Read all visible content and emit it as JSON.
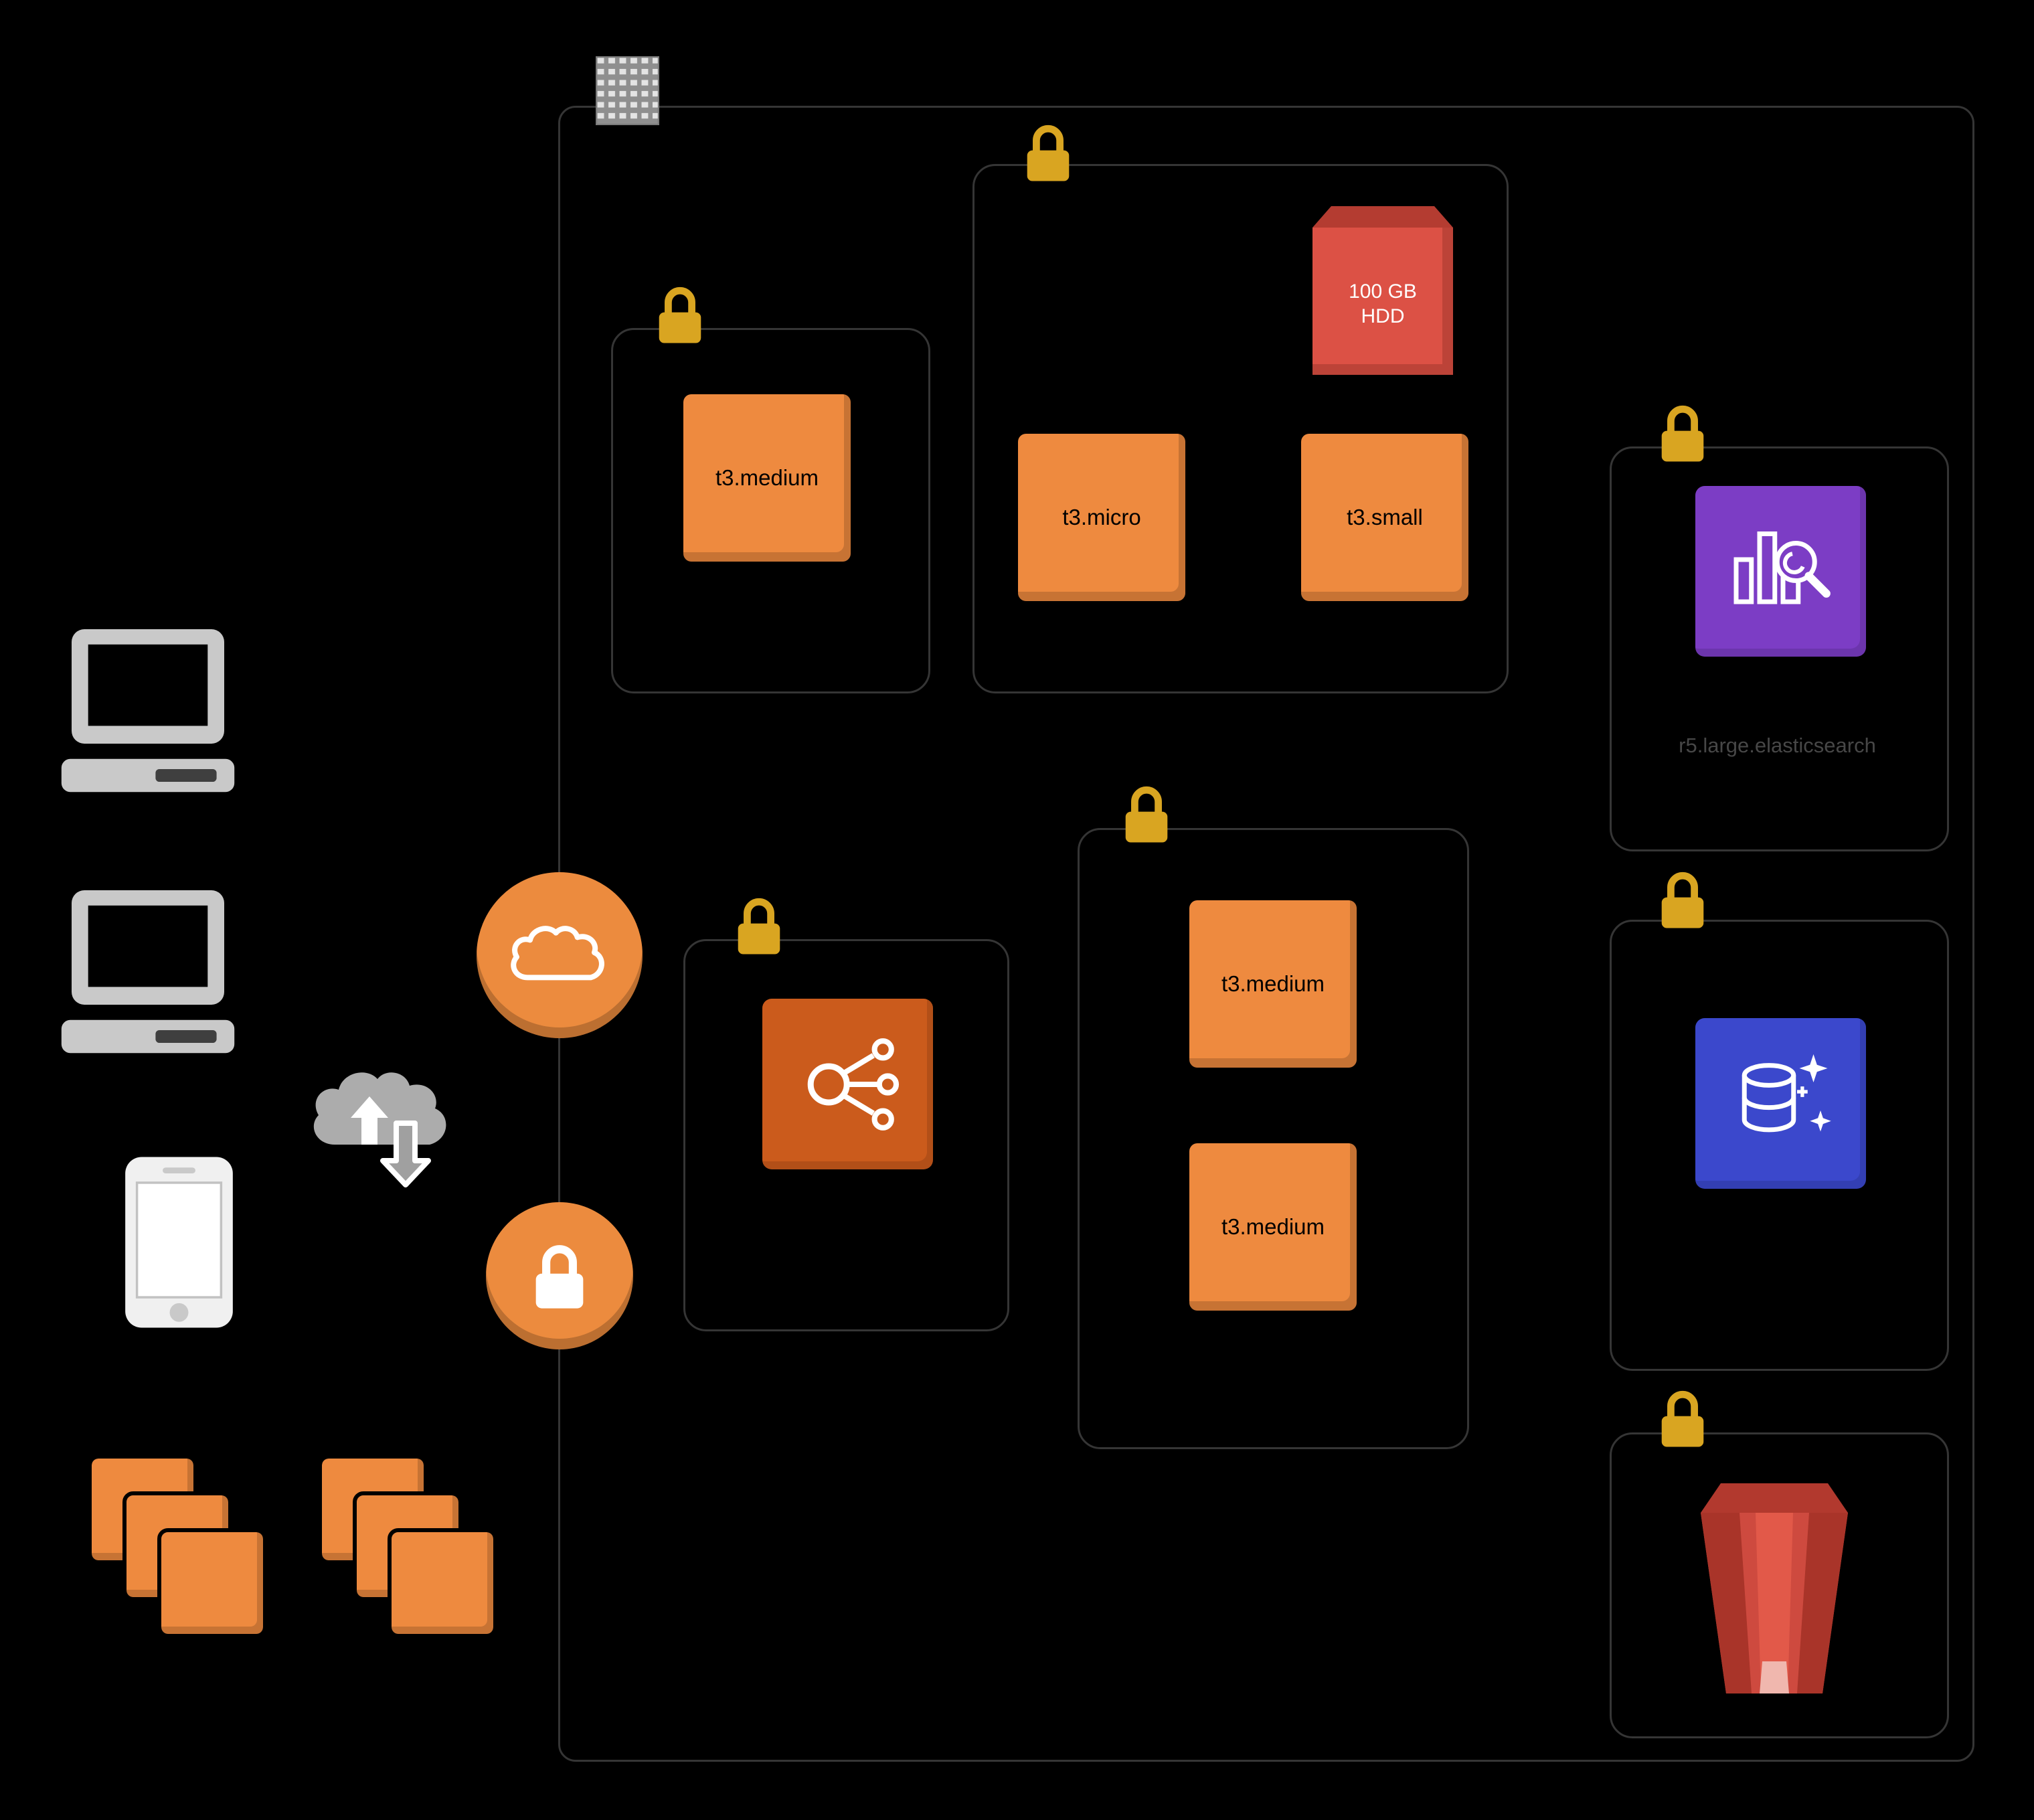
{
  "colors": {
    "background": "#000000",
    "ec2_instance_orange": "#EE8A3F",
    "load_balancer_orange": "#CB5B1C",
    "lock_gold": "#D9A521",
    "storage_red": "#DC5145",
    "s3_red": "#CE4A3F",
    "elasticsearch_purple": "#7C3DC5",
    "cache_blue": "#3B48CC",
    "device_gray": "#C9C9C9",
    "cloud_gray": "#ACACAC",
    "container_border_gray": "#353535",
    "instance_label_black": "#000000",
    "es_label_gray": "#474747"
  },
  "vpc": {
    "subnet_a": {
      "instances": [
        {
          "label": "t3.medium"
        }
      ]
    },
    "subnet_b": {
      "storage": {
        "label": "100 GB HDD"
      },
      "instances": [
        {
          "label": "t3.micro"
        },
        {
          "label": "t3.small"
        }
      ]
    },
    "subnet_c": {
      "instances": [
        {
          "label": "t3.medium"
        },
        {
          "label": "t3.medium"
        }
      ]
    },
    "es_domain": {
      "label": "r5.large.elasticsearch"
    }
  },
  "icons": {
    "building": "corporate-building-icon",
    "padlock": "security-lock-icon",
    "cloud": "cloud-network-icon",
    "cloud_sync": "cloud-upload-download-icon",
    "desktop": "desktop-computer-icon",
    "smartphone": "smartphone-icon",
    "instance_stack": "ec2-instance-stack-icon",
    "load_balancer": "elastic-load-balancer-icon",
    "elasticsearch": "elasticsearch-analytics-icon",
    "cache": "database-cache-icon",
    "s3": "s3-bucket-icon",
    "hdd": "hdd-storage-icon"
  }
}
